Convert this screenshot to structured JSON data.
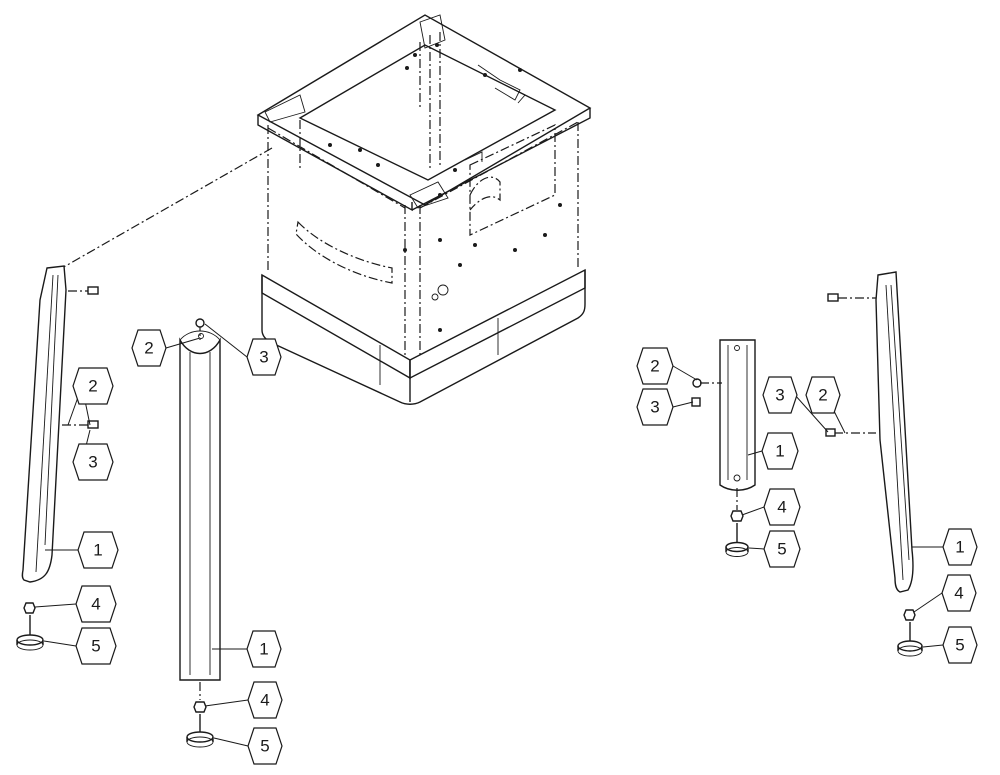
{
  "callouts": {
    "legA_1": "1",
    "legA_2": "2",
    "legA_3": "3",
    "legA_4": "4",
    "legA_5": "5",
    "legB_1": "1",
    "legB_2": "2",
    "legB_3": "3",
    "legB_4": "4",
    "legB_5": "5",
    "legC_1": "1",
    "legC_2": "2",
    "legC_3": "3",
    "legC_4": "4",
    "legC_5": "5",
    "legD_1": "1",
    "legD_2": "2",
    "legD_3": "3",
    "legD_4": "4",
    "legD_5": "5"
  }
}
